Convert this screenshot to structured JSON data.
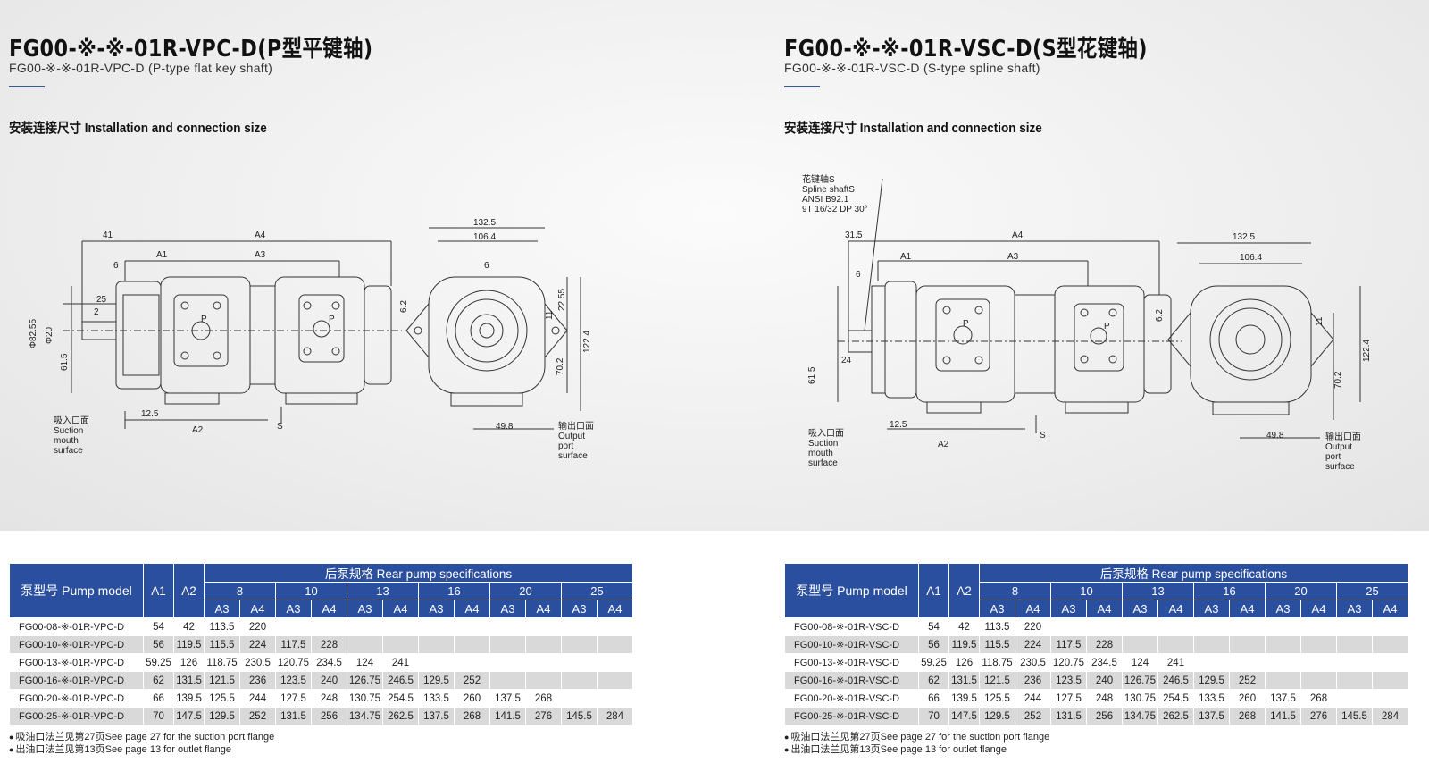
{
  "left": {
    "title": "FG00-※-※-01R-VPC-D(P型平键轴)",
    "subtitle": "FG00-※-※-01R-VPC-D (P-type flat key shaft)",
    "section": "安装连接尺寸 Installation and connection size",
    "drawing": {
      "dims": {
        "d41": "41",
        "dA4": "A4",
        "dA1": "A1",
        "dA3": "A3",
        "d6": "6",
        "d25": "25",
        "d2": "2",
        "dphi82": "Φ82.55",
        "dphi20": "Φ20",
        "d61": "61.5",
        "d12": "12.5",
        "dA2": "A2",
        "dS": "S",
        "d132": "132.5",
        "d106": "106.4",
        "d6b": "6",
        "d62": "6.2",
        "d11": "11",
        "d2255": "22.55",
        "d1224": "122.4",
        "d702": "70.2",
        "d498": "49.8",
        "pP1": "P",
        "pP2": "P"
      },
      "suction_cn": "吸入口面",
      "suction_en1": "Suction",
      "suction_en2": "mouth",
      "suction_en3": "surface",
      "output_cn": "输出口面",
      "output_en1": "Output",
      "output_en2": "port",
      "output_en3": "surface"
    },
    "table": {
      "model_header": "泵型号 Pump model",
      "a1": "A1",
      "a2": "A2",
      "rear": "后泵规格 Rear pump specifications",
      "sizes": [
        "8",
        "10",
        "13",
        "16",
        "20",
        "25"
      ],
      "a3": "A3",
      "a4": "A4",
      "rows": [
        [
          "FG00-08-※-01R-VPC-D",
          "54",
          "42",
          "113.5",
          "220",
          "",
          "",
          "",
          "",
          "",
          "",
          "",
          "",
          "",
          ""
        ],
        [
          "FG00-10-※-01R-VPC-D",
          "56",
          "119.5",
          "115.5",
          "224",
          "117.5",
          "228",
          "",
          "",
          "",
          "",
          "",
          "",
          "",
          ""
        ],
        [
          "FG00-13-※-01R-VPC-D",
          "59.25",
          "126",
          "118.75",
          "230.5",
          "120.75",
          "234.5",
          "124",
          "241",
          "",
          "",
          "",
          "",
          "",
          ""
        ],
        [
          "FG00-16-※-01R-VPC-D",
          "62",
          "131.5",
          "121.5",
          "236",
          "123.5",
          "240",
          "126.75",
          "246.5",
          "129.5",
          "252",
          "",
          "",
          "",
          ""
        ],
        [
          "FG00-20-※-01R-VPC-D",
          "66",
          "139.5",
          "125.5",
          "244",
          "127.5",
          "248",
          "130.75",
          "254.5",
          "133.5",
          "260",
          "137.5",
          "268",
          "",
          ""
        ],
        [
          "FG00-25-※-01R-VPC-D",
          "70",
          "147.5",
          "129.5",
          "252",
          "131.5",
          "256",
          "134.75",
          "262.5",
          "137.5",
          "268",
          "141.5",
          "276",
          "145.5",
          "284"
        ]
      ]
    },
    "notes": [
      "吸油口法兰见第27页See page 27 for the suction port flange",
      "出油口法兰见第13页See page 13 for outlet flange"
    ]
  },
  "right": {
    "title": "FG00-※-※-01R-VSC-D(S型花键轴)",
    "subtitle": "FG00-※-※-01R-VSC-D (S-type spline shaft)",
    "section": "安装连接尺寸 Installation and connection size",
    "drawing": {
      "spline1": "花键轴S",
      "spline2": "Spline shaftS",
      "spline3": "ANSI B92.1",
      "spline4": "9T 16/32 DP 30°",
      "dims": {
        "d315": "31.5",
        "dA4": "A4",
        "dA1": "A1",
        "dA3": "A3",
        "d6": "6",
        "d24": "24",
        "d61": "61.5",
        "d12": "12.5",
        "dA2": "A2",
        "dS": "S",
        "d132": "132.5",
        "d106": "106.4",
        "d62": "6.2",
        "d11": "11",
        "d1224": "122.4",
        "d702": "70.2",
        "d498": "49.8",
        "pP1": "P",
        "pP2": "P"
      },
      "suction_cn": "吸入口面",
      "suction_en1": "Suction",
      "suction_en2": "mouth",
      "suction_en3": "surface",
      "output_cn": "输出口面",
      "output_en1": "Output",
      "output_en2": "port",
      "output_en3": "surface"
    },
    "table": {
      "model_header": "泵型号 Pump model",
      "a1": "A1",
      "a2": "A2",
      "rear": "后泵规格 Rear pump specifications",
      "sizes": [
        "8",
        "10",
        "13",
        "16",
        "20",
        "25"
      ],
      "a3": "A3",
      "a4": "A4",
      "rows": [
        [
          "FG00-08-※-01R-VSC-D",
          "54",
          "42",
          "113.5",
          "220",
          "",
          "",
          "",
          "",
          "",
          "",
          "",
          "",
          "",
          ""
        ],
        [
          "FG00-10-※-01R-VSC-D",
          "56",
          "119.5",
          "115.5",
          "224",
          "117.5",
          "228",
          "",
          "",
          "",
          "",
          "",
          "",
          "",
          ""
        ],
        [
          "FG00-13-※-01R-VSC-D",
          "59.25",
          "126",
          "118.75",
          "230.5",
          "120.75",
          "234.5",
          "124",
          "241",
          "",
          "",
          "",
          "",
          "",
          ""
        ],
        [
          "FG00-16-※-01R-VSC-D",
          "62",
          "131.5",
          "121.5",
          "236",
          "123.5",
          "240",
          "126.75",
          "246.5",
          "129.5",
          "252",
          "",
          "",
          "",
          ""
        ],
        [
          "FG00-20-※-01R-VSC-D",
          "66",
          "139.5",
          "125.5",
          "244",
          "127.5",
          "248",
          "130.75",
          "254.5",
          "133.5",
          "260",
          "137.5",
          "268",
          "",
          ""
        ],
        [
          "FG00-25-※-01R-VSC-D",
          "70",
          "147.5",
          "129.5",
          "252",
          "131.5",
          "256",
          "134.75",
          "262.5",
          "137.5",
          "268",
          "141.5",
          "276",
          "145.5",
          "284"
        ]
      ]
    },
    "notes": [
      "吸油口法兰见第27页See page 27 for the suction port flange",
      "出油口法兰见第13页See page 13 for outlet flange"
    ]
  }
}
